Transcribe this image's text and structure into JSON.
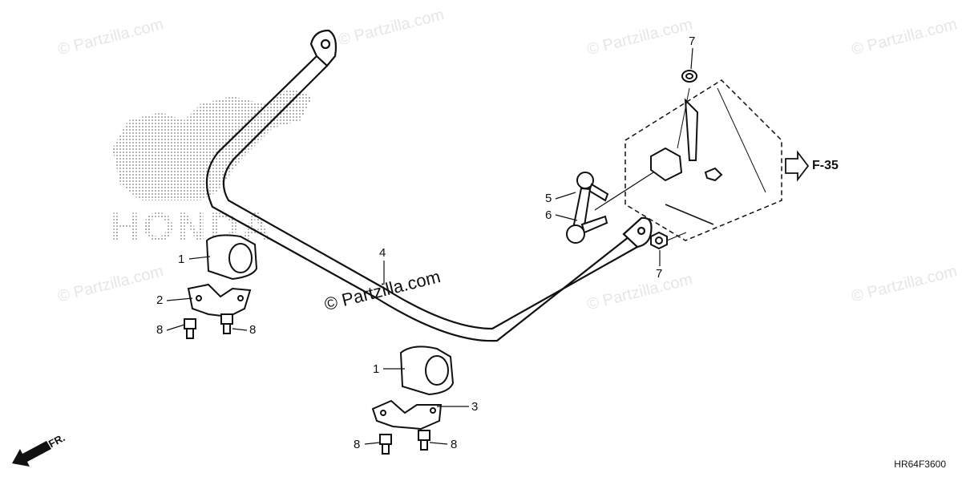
{
  "watermark": {
    "text": "© Partzilla.com",
    "center_text": "© Partzilla.com"
  },
  "callouts": {
    "c1a": "1",
    "c1b": "1",
    "c2": "2",
    "c3": "3",
    "c4": "4",
    "c5": "5",
    "c6": "6",
    "c7a": "7",
    "c7b": "7",
    "c8a": "8",
    "c8b": "8",
    "c8c": "8",
    "c8d": "8"
  },
  "frame_ref": "F-35",
  "front_marker": "FR.",
  "diagram_code": "HR64F3600",
  "logo_text": "HONDA"
}
